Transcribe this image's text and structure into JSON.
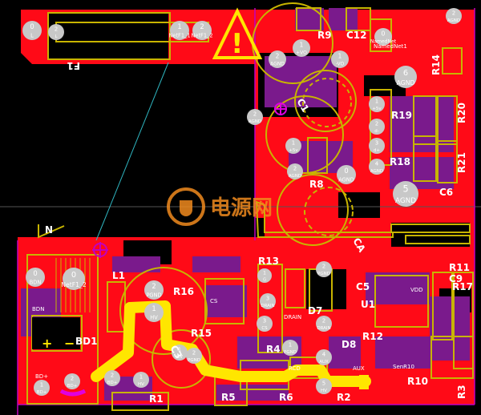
{
  "colors": {
    "background": "#000000",
    "copper": "#ff0a17",
    "silk": "#c8b400",
    "pad": "#c8c8c8",
    "mask": "#7a1a8c",
    "trace": "#ffe600",
    "via": "#e000e0",
    "keepout": "#c000c0",
    "watermark": "#f08a1e"
  },
  "watermark": {
    "text": "电源网",
    "icon": "power-plug-icon"
  },
  "warning": {
    "icon": "warning-triangle-icon",
    "symbol": "!"
  },
  "designators": [
    "F1",
    "R9",
    "C12",
    "R14",
    "C1",
    "R19",
    "R20",
    "R18",
    "R21",
    "R8",
    "C6",
    "CA",
    "L1",
    "R16",
    "R13",
    "C5",
    "U1",
    "R11",
    "C9",
    "R17",
    "D7",
    "R15",
    "C3",
    "R4",
    "BD1",
    "D8",
    "R12",
    "R10",
    "R3",
    "R1",
    "R5",
    "R6",
    "R2",
    "N"
  ],
  "pads": [
    {
      "num": "0",
      "net": "L"
    },
    {
      "num": "2",
      "net": "L"
    },
    {
      "num": "1",
      "net": "NetF1_1"
    },
    {
      "num": "2",
      "net": "NetF1_2"
    },
    {
      "num": "1",
      "net": "+VO"
    },
    {
      "num": "2",
      "net": "AGND"
    },
    {
      "num": "2",
      "net": "AGND"
    },
    {
      "num": "1",
      "net": "-VO"
    },
    {
      "num": "0",
      "net": "NamedNet"
    },
    {
      "num": "2",
      "net": "AGND"
    },
    {
      "num": "6",
      "net": "AGND"
    },
    {
      "num": "1",
      "net": "+5v"
    },
    {
      "num": "2",
      "net": "d-"
    },
    {
      "num": "3",
      "net": "d+"
    },
    {
      "num": "4",
      "net": "AGND"
    },
    {
      "num": "5",
      "net": "AGND"
    },
    {
      "num": "1",
      "net": "+5v"
    },
    {
      "num": "2",
      "net": "AGND"
    },
    {
      "num": "0",
      "net": "AGND"
    },
    {
      "num": "0",
      "net": "BDN"
    },
    {
      "num": "0",
      "net": "NetF1_2"
    },
    {
      "num": "2",
      "net": "PGND"
    },
    {
      "num": "1",
      "net": "HV"
    },
    {
      "num": "1",
      "net": "G"
    },
    {
      "num": "2",
      "net": "PGND"
    },
    {
      "num": "3",
      "net": "DRAIN"
    },
    {
      "num": "3",
      "net": "CS"
    },
    {
      "num": "2",
      "net": "DRAIN"
    },
    {
      "num": "1",
      "net": "PGND"
    },
    {
      "num": "4",
      "net": "AUX"
    },
    {
      "num": "5",
      "net": "HV"
    },
    {
      "num": "2",
      "net": "BD+"
    },
    {
      "num": "1",
      "net": "HV"
    },
    {
      "num": "1",
      "net": "HV"
    },
    {
      "num": "2",
      "net": "PGND"
    },
    {
      "num": "2",
      "net": "BD+"
    },
    {
      "num": "1",
      "net": "BD+"
    }
  ],
  "labels": {
    "bdn": "BDN",
    "bd_plus": "BD+",
    "vdd": "VDD",
    "aux": "AUX",
    "rcd": "RCD",
    "senr10": "SenR10",
    "plus": "+",
    "minus": "−",
    "nn1": "NamedNet1",
    "cs": "CS",
    "drain": "DRAIN"
  }
}
